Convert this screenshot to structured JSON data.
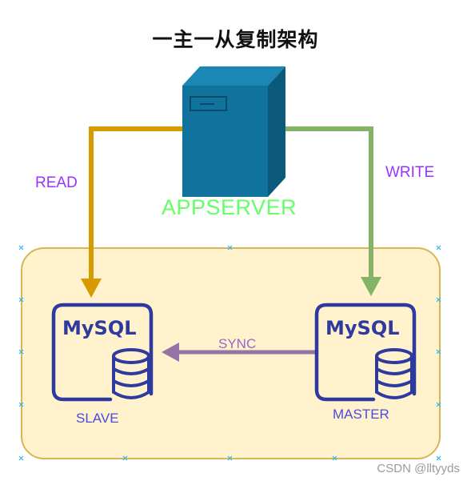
{
  "title": "一主一从复制架构",
  "labels": {
    "read": "READ",
    "write": "WRITE",
    "appserver": "APPSERVER",
    "sync": "SYNC",
    "slave": "SLAVE",
    "master": "MASTER",
    "mysql_text": "MySQL"
  },
  "watermark": "CSDN @lltyyds",
  "colors": {
    "read_arrow": "#d79b00",
    "write_arrow": "#82b366",
    "sync_arrow": "#9673a6",
    "container_fill": "#fff2cc",
    "container_stroke": "#d6b656",
    "server_front": "#10739e",
    "server_top": "#1a87b5",
    "server_side": "#0b5a7c",
    "mysql_blue": "#2f3a9e",
    "label_purple": "#9933ff",
    "label_blue": "#4b4be0",
    "appserver_green": "#66ff66"
  },
  "icons": [
    "server-icon",
    "mysql-db-icon"
  ]
}
